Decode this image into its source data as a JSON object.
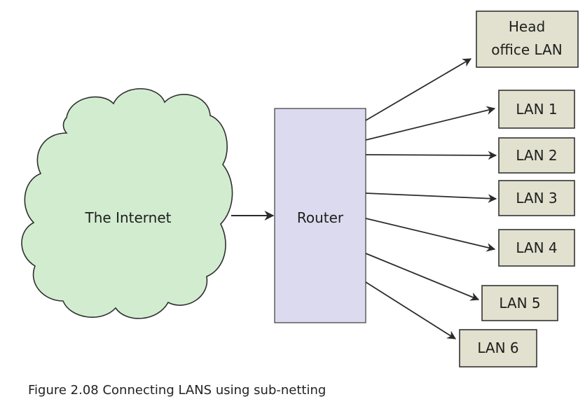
{
  "diagram": {
    "cloud_label": "The Internet",
    "router_label": "Router",
    "head_office_line1": "Head",
    "head_office_line2": "office LAN",
    "lans": [
      "LAN 1",
      "LAN 2",
      "LAN 3",
      "LAN 4",
      "LAN 5",
      "LAN 6"
    ],
    "caption": "Figure 2.08 Connecting LANS using sub-netting"
  },
  "colors": {
    "cloud_fill": "#d2ecd0",
    "router_fill": "#dcdaee",
    "lan_box_fill": "#e2e1cf",
    "line": "#2b2b2b"
  }
}
